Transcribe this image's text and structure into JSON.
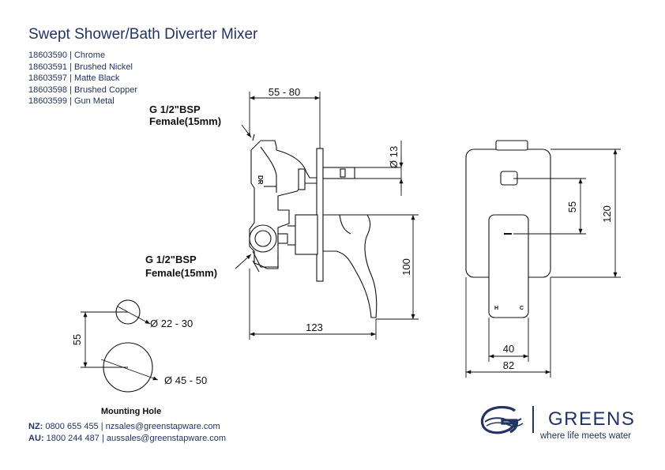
{
  "header": {
    "title": "Swept Shower/Bath Diverter Mixer",
    "codes": [
      {
        "code": "18603590",
        "finish": "Chrome"
      },
      {
        "code": "18603591",
        "finish": "Brushed Nickel"
      },
      {
        "code": "18603597",
        "finish": "Matte Black"
      },
      {
        "code": "18603598",
        "finish": "Brushed Copper"
      },
      {
        "code": "18603599",
        "finish": "Gun Metal"
      }
    ]
  },
  "drawing": {
    "dim_depth": "55 - 80",
    "thread_top_line1": "G 1/2\"BSP",
    "thread_top_line2": "Female(15mm)",
    "thread_bottom_line1": "G 1/2\"BSP",
    "thread_bottom_line2": "Female(15mm)",
    "dim_spindle": "Ø 13",
    "dim_lever_height": "100",
    "dim_overall_depth": "123",
    "valve_mark": "DR",
    "front_dim_55": "55",
    "front_dim_120": "120",
    "front_dim_40": "40",
    "front_dim_82": "82",
    "front_hot": "H",
    "front_cold": "C",
    "hole_spacing": "55",
    "hole_small": "Ø 22 - 30",
    "hole_large": "Ø 45 - 50",
    "mounting_label": "Mounting Hole"
  },
  "contact": {
    "nz_prefix": "NZ:",
    "nz_text": "0800 655 455 | nzsales@greenstapware.com",
    "au_prefix": "AU:",
    "au_text": "1800 244 487 | aussales@greenstapware.com"
  },
  "brand": {
    "name": "GREENS",
    "tagline": "where life meets water",
    "logo_color": "#223461"
  }
}
